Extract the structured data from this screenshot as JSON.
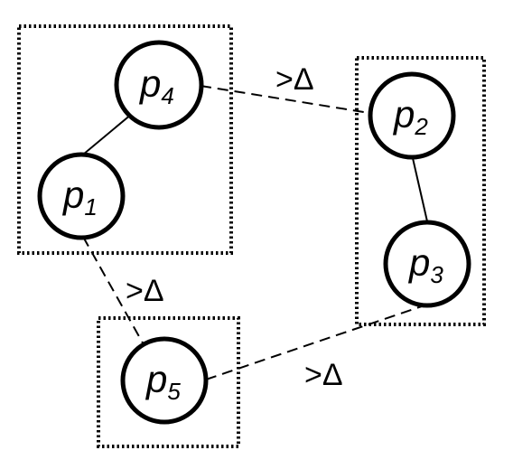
{
  "nodes": {
    "p4": {
      "base": "p",
      "sub": "4"
    },
    "p1": {
      "base": "p",
      "sub": "1"
    },
    "p2": {
      "base": "p",
      "sub": "2"
    },
    "p3": {
      "base": "p",
      "sub": "3"
    },
    "p5": {
      "base": "p",
      "sub": "5"
    }
  },
  "edge_labels": {
    "p4_p2": ">Δ",
    "p1_p5": ">Δ",
    "p5_p3": ">Δ"
  },
  "colors": {
    "stroke": "#000000",
    "background": "#ffffff"
  }
}
